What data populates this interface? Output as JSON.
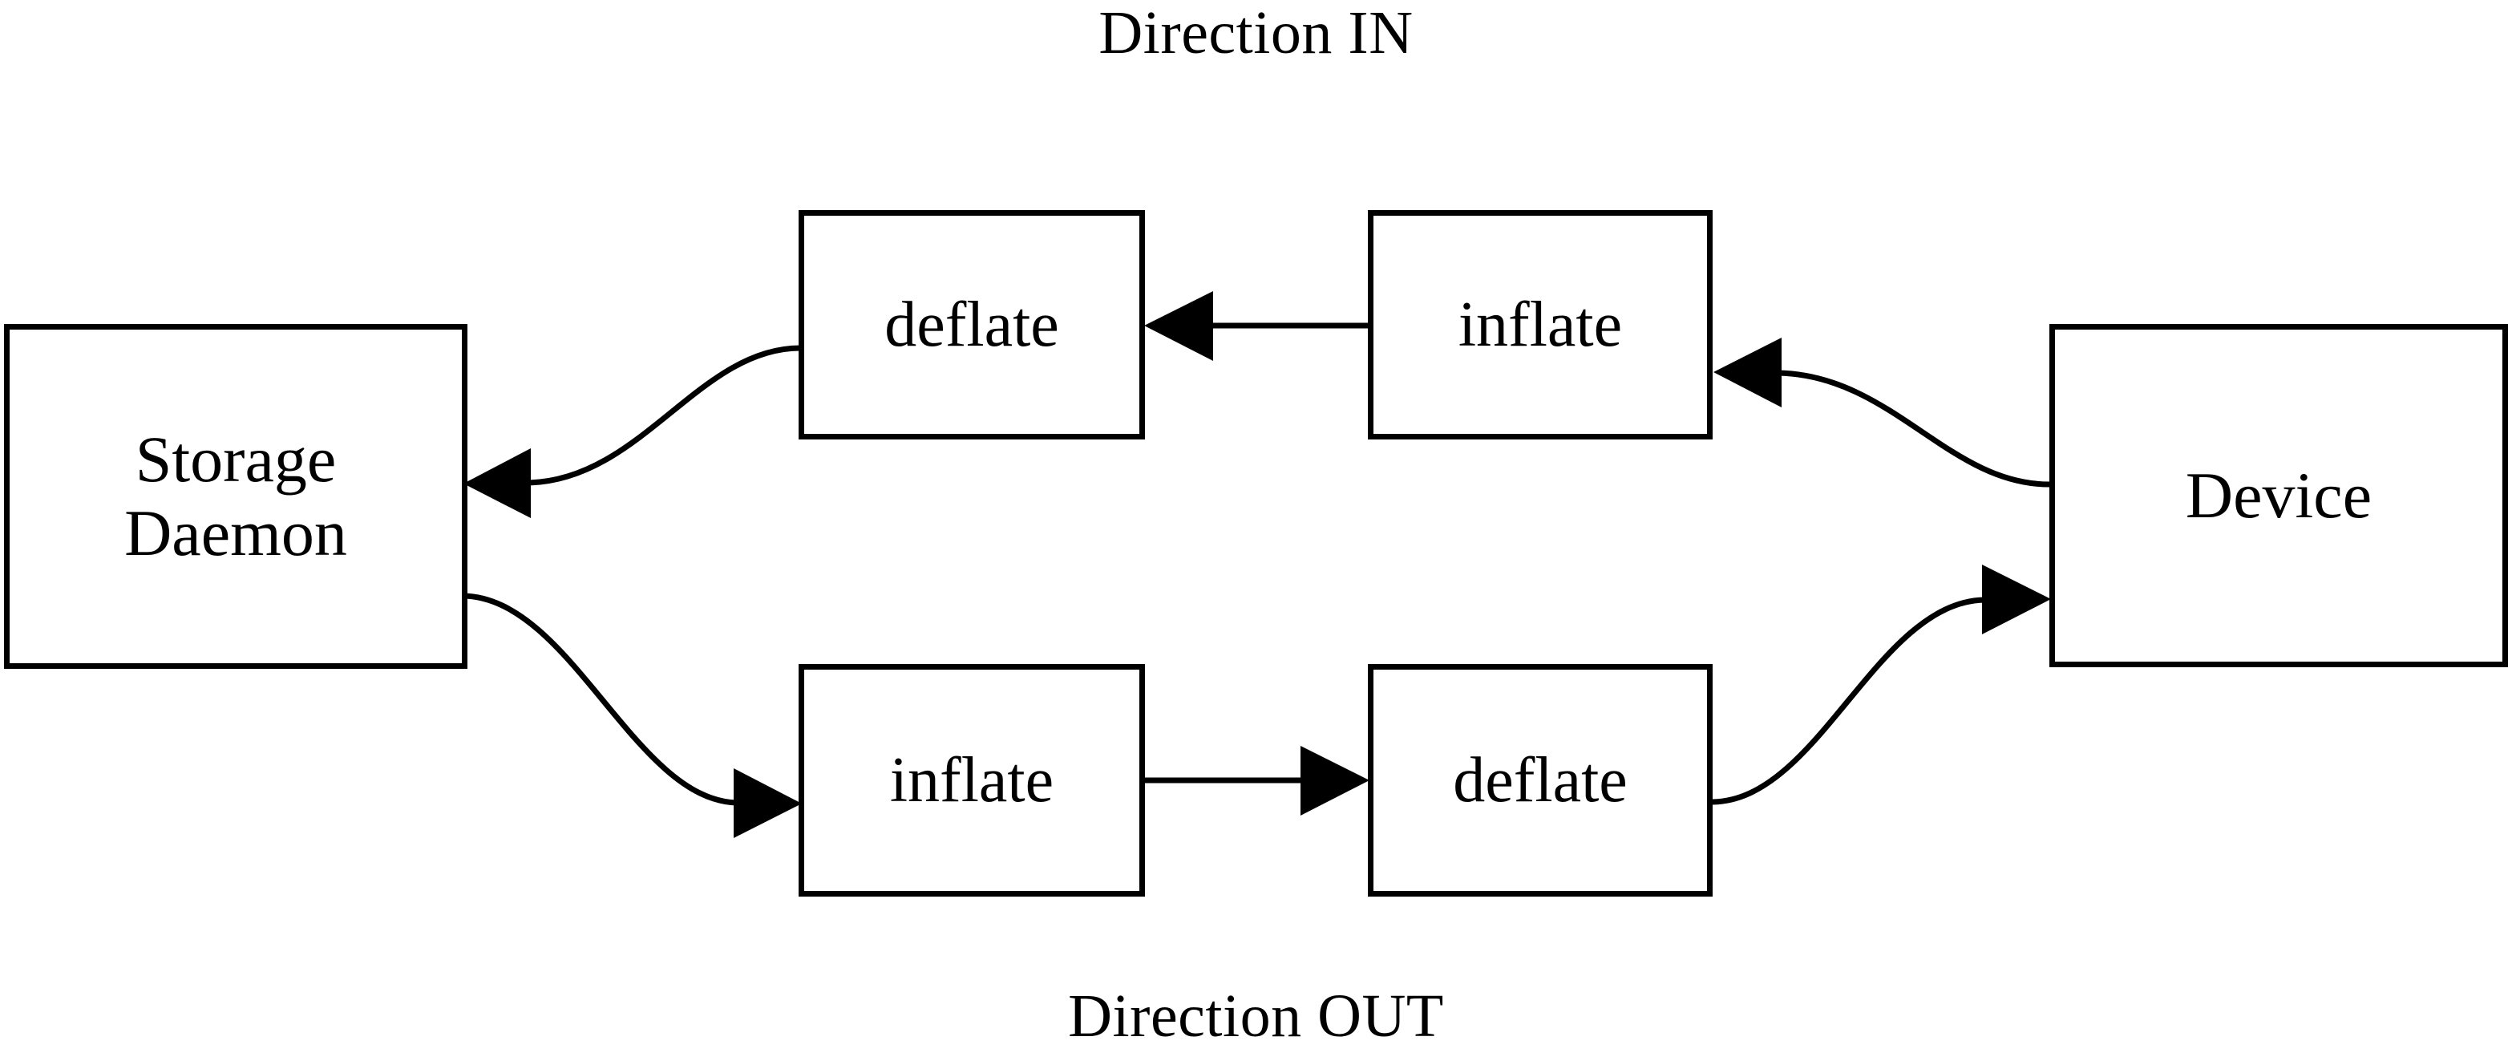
{
  "diagram": {
    "title_top": "Direction IN",
    "title_bottom": "Direction OUT",
    "nodes": {
      "storage_daemon": {
        "label_line1": "Storage",
        "label_line2": "Daemon"
      },
      "deflate_in": {
        "label": "deflate"
      },
      "inflate_in": {
        "label": "inflate"
      },
      "device": {
        "label": "Device"
      },
      "inflate_out": {
        "label": "inflate"
      },
      "deflate_out": {
        "label": "deflate"
      }
    },
    "edges": [
      {
        "id": "device-to-inflate-in",
        "from": "Device",
        "to": "inflate (IN)",
        "direction": "left",
        "style": "curved"
      },
      {
        "id": "inflate-in-to-deflate-in",
        "from": "inflate (IN)",
        "to": "deflate (IN)",
        "direction": "left",
        "style": "straight"
      },
      {
        "id": "deflate-in-to-storage",
        "from": "deflate (IN)",
        "to": "Storage Daemon",
        "direction": "left",
        "style": "curved"
      },
      {
        "id": "storage-to-inflate-out",
        "from": "Storage Daemon",
        "to": "inflate (OUT)",
        "direction": "right",
        "style": "curved"
      },
      {
        "id": "inflate-out-to-deflate-out",
        "from": "inflate (OUT)",
        "to": "deflate (OUT)",
        "direction": "right",
        "style": "straight"
      },
      {
        "id": "deflate-out-to-device",
        "from": "deflate (OUT)",
        "to": "Device",
        "direction": "right",
        "style": "curved"
      }
    ],
    "colors": {
      "background": "#ffffff",
      "stroke": "#000000",
      "text": "#000000"
    }
  }
}
